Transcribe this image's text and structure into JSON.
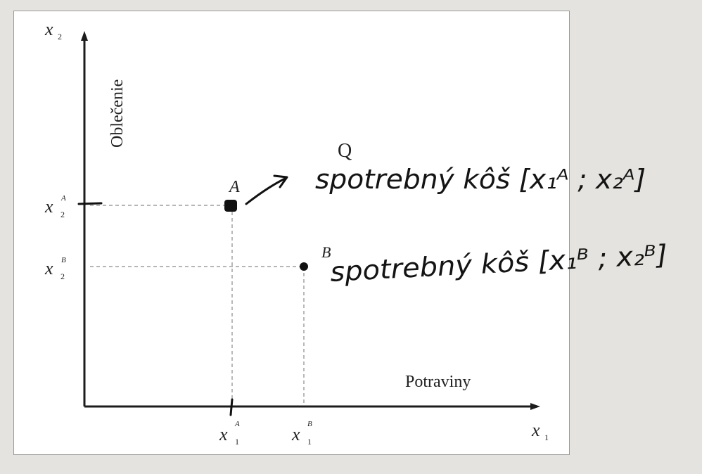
{
  "diagram": {
    "axis_x_symbol": "x",
    "axis_x_subscript": "1",
    "axis_y_symbol": "x",
    "axis_y_subscript": "2",
    "axis_x_label": "Potraviny",
    "axis_y_label": "Oblečenie",
    "quadrant_label": "Q",
    "point_a_label": "A",
    "point_b_label": "B",
    "tick_x1a": {
      "symbol": "x",
      "sup": "A",
      "sub": "1"
    },
    "tick_x1b": {
      "symbol": "x",
      "sup": "B",
      "sub": "1"
    },
    "tick_x2a": {
      "symbol": "x",
      "sup": "A",
      "sub": "2"
    },
    "tick_x2b": {
      "symbol": "x",
      "sup": "B",
      "sub": "2"
    }
  },
  "annotations": {
    "note_a": "spotrebný kôš [x₁ᴬ ; x₂ᴬ]",
    "note_b": "spotrebný kôš [x₁ᴮ ; x₂ᴮ]"
  }
}
